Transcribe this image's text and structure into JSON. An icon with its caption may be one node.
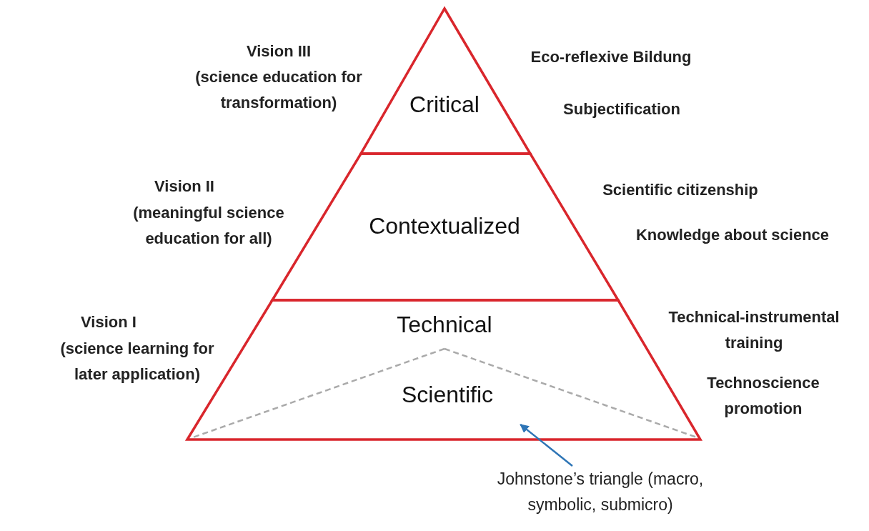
{
  "diagram": {
    "nodes": [
      {
        "text": [
          "Critical"
        ]
      },
      {
        "text": [
          "Contextualized"
        ]
      },
      {
        "text": [
          "Technical"
        ]
      },
      {
        "text": [
          "Scientific"
        ],
        "in": 2
      },
      {
        "text": [
          "Johnstone’s triangle (macro, symbolic, submicro)"
        ]
      }
    ],
    "edges": [
      {
        "from": 4,
        "to": 3,
        "arrow": "to",
        "color": "#2e75b6"
      }
    ],
    "labels": [
      "Vision III",
      "(science education for transformation)",
      "Eco-reflexive Bildung",
      "Subjectification",
      "Vision II",
      "(meaningful science education for all)",
      "Scientific citizenship",
      "Knowledge about science",
      "Vision I",
      "(science learning for later application)",
      "Technical-instrumental training",
      "Technoscience promotion"
    ]
  }
}
